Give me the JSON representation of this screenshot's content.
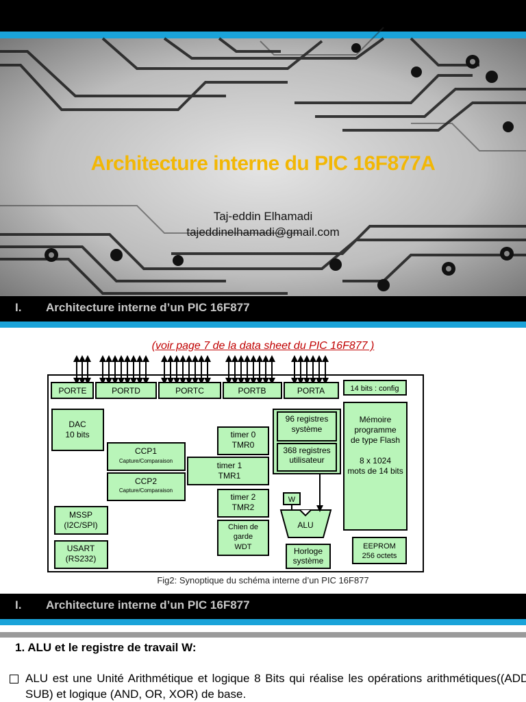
{
  "title_slide": {
    "title": "Architecture interne du PIC 16F877A",
    "author": "Taj-eddin Elhamadi",
    "email": "tajeddinelhamadi@gmail.com"
  },
  "section_bar_1": {
    "number": "I.",
    "title": "Architecture interne d’un PIC 16F877"
  },
  "diagram_slide": {
    "reference_link": "(voir page 7 de la  data sheet du PIC 16F877 )",
    "blocks": {
      "porte": "PORTE",
      "portd": "PORTD",
      "portc": "PORTC",
      "portb": "PORTB",
      "porta": "PORTA",
      "config": "14 bits : config",
      "dac_1": "DAC",
      "dac_2": "10 bits",
      "ccp1": "CCP1",
      "ccp1_sub": "Capture/Comparaison",
      "ccp2": "CCP2",
      "ccp2_sub": "Capture/Comparaison",
      "timer0_1": "timer 0",
      "timer0_2": "TMR0",
      "timer1_1": "timer 1",
      "timer1_2": "TMR1",
      "timer2_1": "timer 2",
      "timer2_2": "TMR2",
      "reg96_1": "96 registres",
      "reg96_2": "système",
      "reg368_1": "368 registres",
      "reg368_2": "utilisateur",
      "w": "W",
      "alu": "ALU",
      "mem_1": "Mémoire",
      "mem_2": "programme",
      "mem_3": "de type Flash",
      "mem_4": "8 x 1024",
      "mem_5": "mots de 14 bits",
      "mssp_1": "MSSP",
      "mssp_2": "(I2C/SPI)",
      "usart_1": "USART",
      "usart_2": "(RS232)",
      "wdt_1": "Chien de",
      "wdt_2": "garde",
      "wdt_3": "WDT",
      "clock_1": "Horloge",
      "clock_2": "système",
      "eeprom_1": "EEPROM",
      "eeprom_2": "256 octets"
    },
    "caption": "Fig2: Synoptique du schéma interne d’un PIC 16F877"
  },
  "section_bar_2": {
    "number": "I.",
    "title": "Architecture interne d’un PIC 16F877"
  },
  "content": {
    "heading": "1.  ALU et le registre de travail W:",
    "paragraph": "ALU est une Unité Arithmétique et logique 8 Bits qui réalise les opérations arithmétiques((ADD, SUB) et logique (AND, OR, XOR) de base."
  },
  "colors": {
    "title_gold": "#f2b705",
    "accent_blue": "#1aa3d9",
    "block_green": "#b9f5b9",
    "link_red": "#c00000"
  }
}
